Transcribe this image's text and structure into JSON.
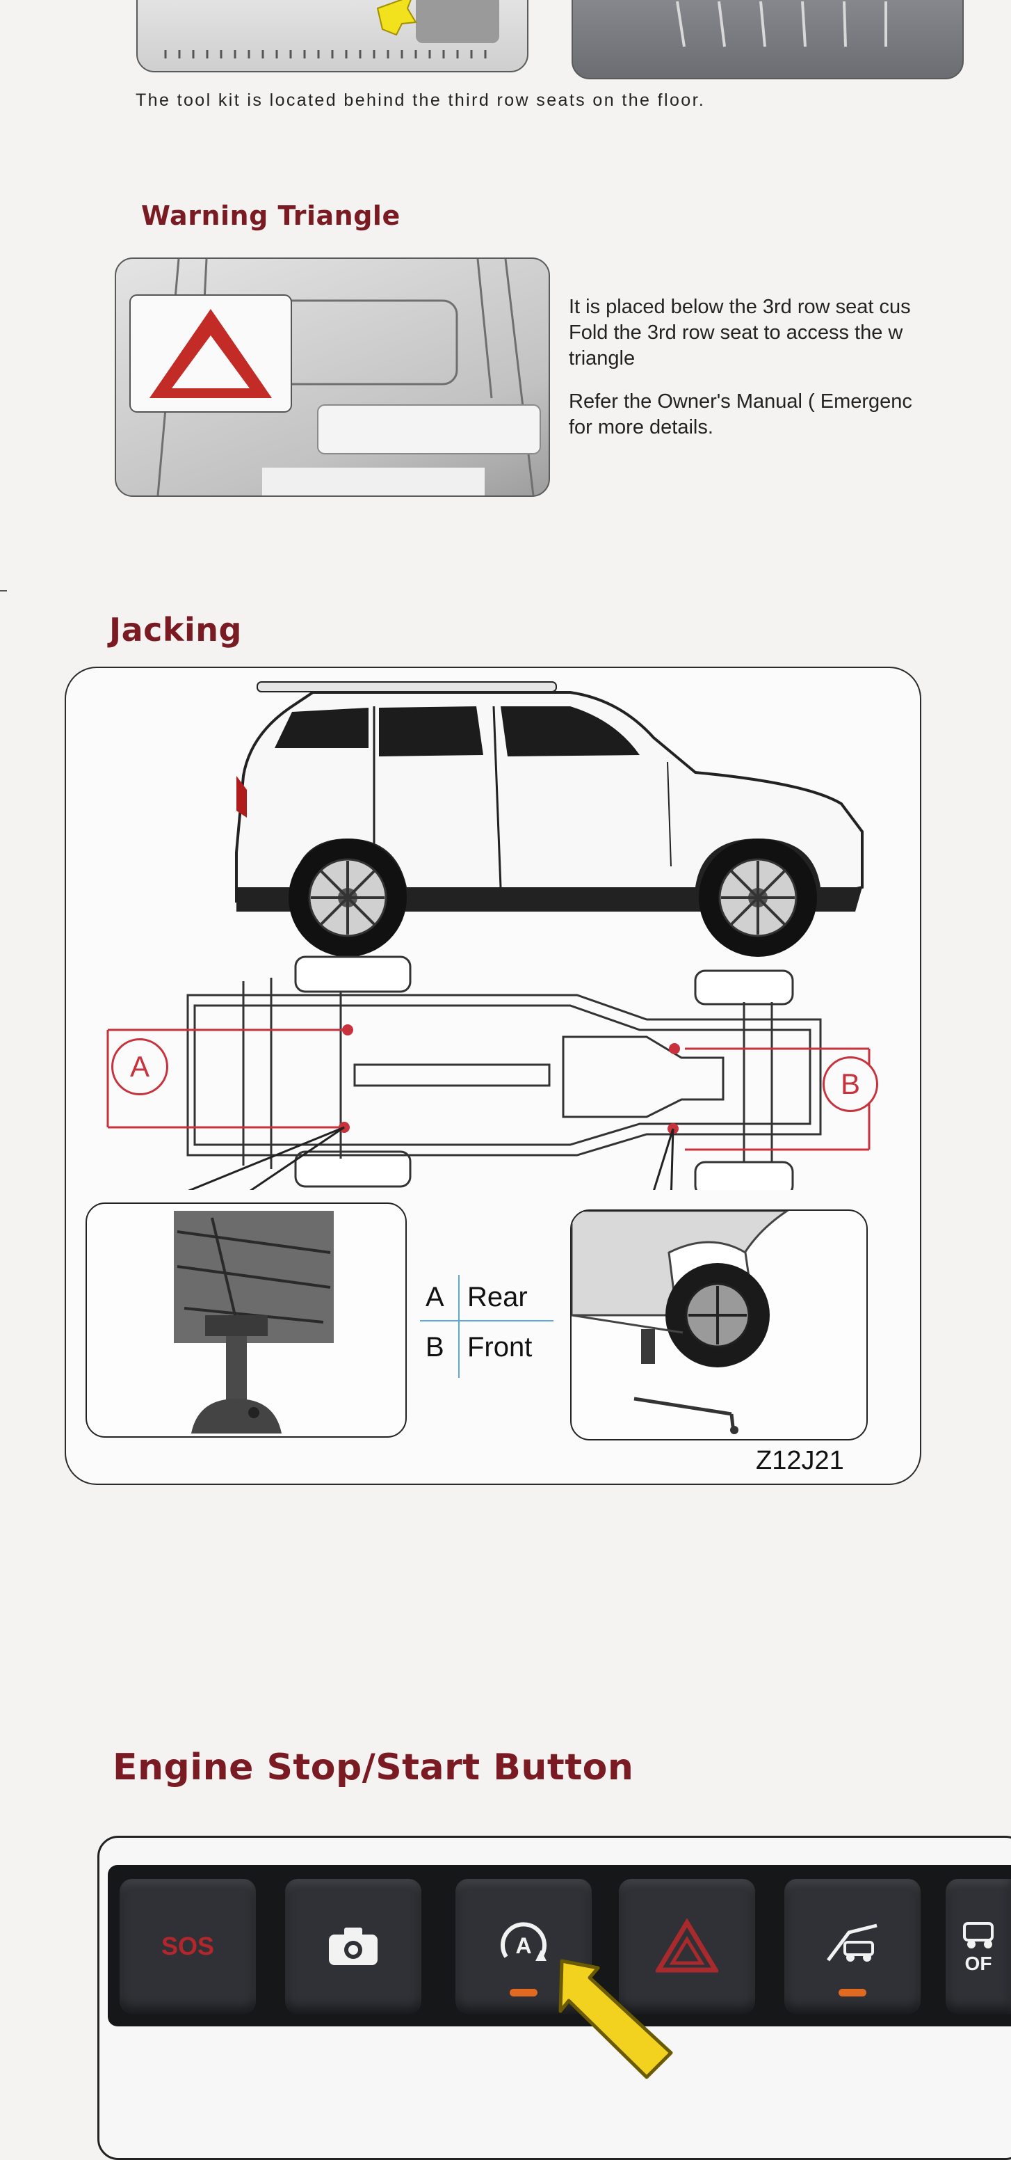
{
  "tool_kit": {
    "caption": "The tool kit is located behind the third row seats on the floor."
  },
  "warning_triangle": {
    "title": "Warning Triangle",
    "line1": "It is placed below the 3rd row seat cus",
    "line2": "Fold the 3rd row seat to access the w",
    "line3": "triangle",
    "line4": "Refer the Owner's Manual ( Emergenc",
    "line5": "for more details."
  },
  "jacking": {
    "title": "Jacking",
    "label_a": "A",
    "label_b": "B",
    "legend": [
      {
        "key": "A",
        "value": "Rear"
      },
      {
        "key": "B",
        "value": "Front"
      }
    ],
    "figure_code": "Z12J21"
  },
  "engine_start": {
    "title": "Engine Stop/Start Button",
    "buttons": [
      {
        "name": "sos",
        "label": "SOS"
      },
      {
        "name": "camera",
        "label": ""
      },
      {
        "name": "auto-stop-start",
        "label": "A"
      },
      {
        "name": "hazard",
        "label": ""
      },
      {
        "name": "hill-descent",
        "label": ""
      },
      {
        "name": "off-road",
        "label": "OF"
      }
    ]
  },
  "colors": {
    "title_red": "#7a1a22",
    "diagram_red": "#c8323c",
    "arrow_yellow": "#f2d21e",
    "indicator_orange": "#e06a22"
  }
}
